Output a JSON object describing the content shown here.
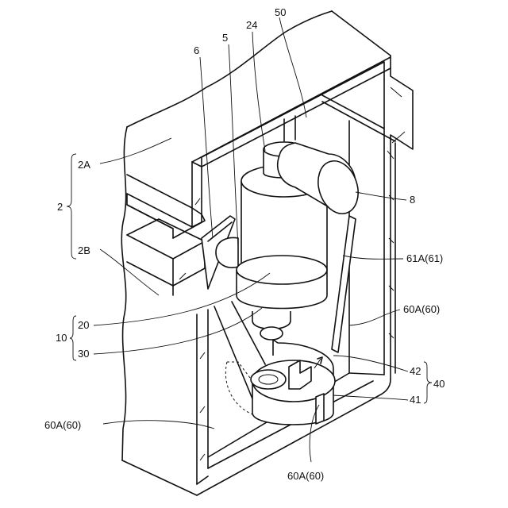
{
  "labels": {
    "l50": "50",
    "l24": "24",
    "l5": "5",
    "l6": "6",
    "l2A": "2A",
    "l2": "2",
    "l2B": "2B",
    "l8": "8",
    "l61A": "61A(61)",
    "l60A_right": "60A(60)",
    "l10": "10",
    "l20": "20",
    "l30": "30",
    "l42": "42",
    "l40": "40",
    "l41": "41",
    "l60A_left": "60A(60)",
    "l60A_bottom": "60A(60)"
  }
}
